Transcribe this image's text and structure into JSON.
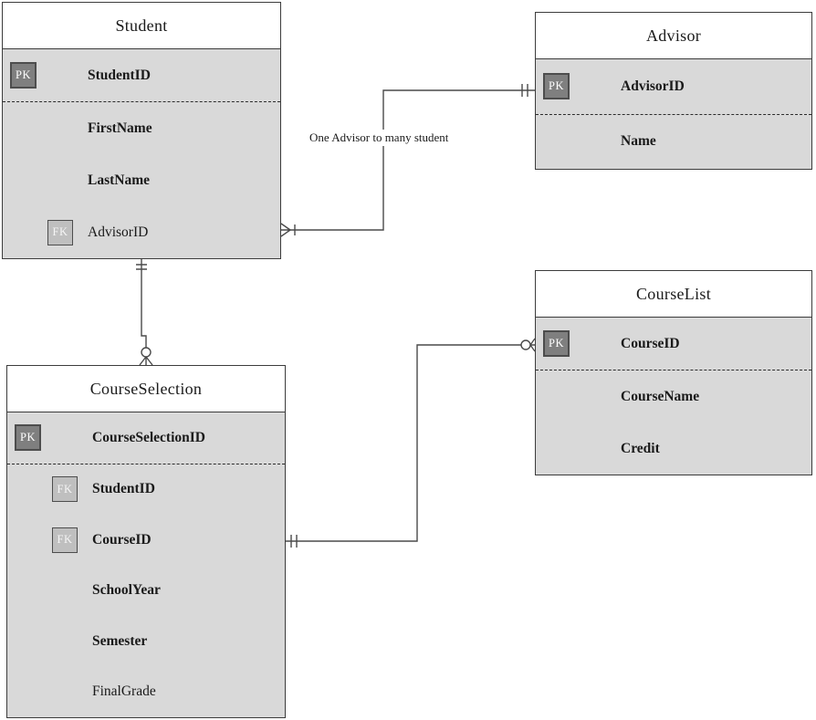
{
  "colors": {
    "entity_body_fill": "#d9d9d9",
    "entity_header_fill": "#ffffff",
    "entity_border": "#3c3c3c",
    "pk_badge_fill": "#7f7f7f",
    "fk_badge_fill": "#bfbfbf",
    "badge_border": "#4d4d4d",
    "connector_line": "#4a4a4a",
    "text": "#1a1a1a"
  },
  "tables": {
    "student": {
      "title": "Student",
      "rows": [
        {
          "badge": "PK",
          "label": "StudentID"
        },
        {
          "badge": "",
          "label": "FirstName"
        },
        {
          "badge": "",
          "label": "LastName"
        },
        {
          "badge": "FK",
          "label": "AdvisorID"
        }
      ]
    },
    "advisor": {
      "title": "Advisor",
      "rows": [
        {
          "badge": "PK",
          "label": "AdvisorID"
        },
        {
          "badge": "",
          "label": "Name"
        }
      ]
    },
    "courselist": {
      "title": "CourseList",
      "rows": [
        {
          "badge": "PK",
          "label": "CourseID"
        },
        {
          "badge": "",
          "label": "CourseName"
        },
        {
          "badge": "",
          "label": "Credit"
        }
      ]
    },
    "courseselection": {
      "title": "CourseSelection",
      "rows": [
        {
          "badge": "PK",
          "label": "CourseSelectionID"
        },
        {
          "badge": "FK",
          "label": "StudentID"
        },
        {
          "badge": "FK",
          "label": "CourseID"
        },
        {
          "badge": "",
          "label": "SchoolYear"
        },
        {
          "badge": "",
          "label": "Semester"
        },
        {
          "badge": "",
          "label": "FinalGrade"
        }
      ]
    }
  },
  "relationships": {
    "advisor_student": {
      "label": "One Advisor to many student",
      "from": "Advisor",
      "from_cardinality": "one-and-only-one",
      "to": "Student",
      "to_cardinality": "one-or-many"
    },
    "student_courseselection": {
      "from": "Student",
      "from_cardinality": "one-and-only-one",
      "to": "CourseSelection",
      "to_cardinality": "zero-or-many"
    },
    "courseselection_courselist": {
      "from": "CourseSelection",
      "from_cardinality": "one-and-only-one",
      "to": "CourseList",
      "to_cardinality": "zero-or-many"
    }
  }
}
